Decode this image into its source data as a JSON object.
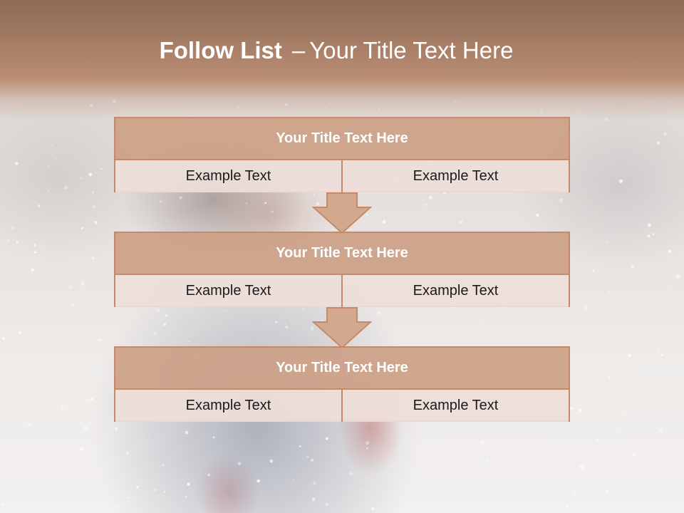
{
  "slide": {
    "title_bold": "Follow List",
    "title_dash": "–",
    "title_rest": "Your Title Text Here",
    "colors": {
      "header_band": "#a57c64",
      "block_header": "#cca086",
      "block_border": "#c58a6a",
      "cell_fill": "#eeded8",
      "arrow_fill": "#d2a88e"
    },
    "steps": [
      {
        "title": "Your Title Text Here",
        "left": "Example Text",
        "right": "Example Text"
      },
      {
        "title": "Your Title Text Here",
        "left": "Example Text",
        "right": "Example Text"
      },
      {
        "title": "Your Title Text Here",
        "left": "Example Text",
        "right": "Example Text"
      }
    ]
  }
}
